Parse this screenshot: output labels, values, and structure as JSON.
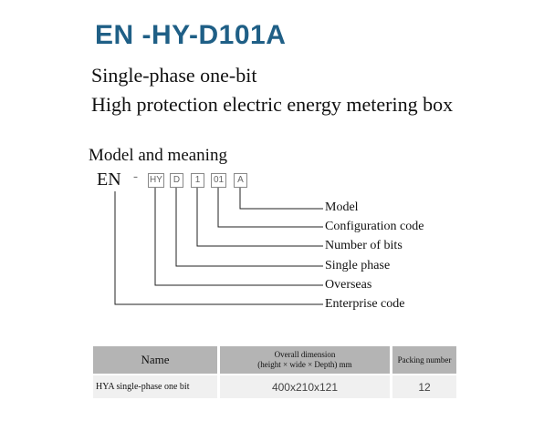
{
  "title": "EN -HY-D101A",
  "subtitle_line1": "Single-phase one-bit",
  "subtitle_line2": "High protection electric energy metering box",
  "model_meaning": {
    "heading": "Model and meaning",
    "prefix": "EN",
    "separator": "-",
    "codes": [
      "HY",
      "D",
      "1",
      "01",
      "A"
    ],
    "labels": [
      "Model",
      "Configuration code",
      "Number of bits",
      "Single phase",
      "Overseas",
      "Enterprise code"
    ]
  },
  "table": {
    "headers": {
      "name": "Name",
      "dimension_line1": "Overall dimension",
      "dimension_line2": "(height × wide × Depth) mm",
      "packing": "Packing number"
    },
    "rows": [
      {
        "name": "HYA single-phase one bit",
        "dimension": "400x210x121",
        "packing": "12"
      }
    ]
  }
}
